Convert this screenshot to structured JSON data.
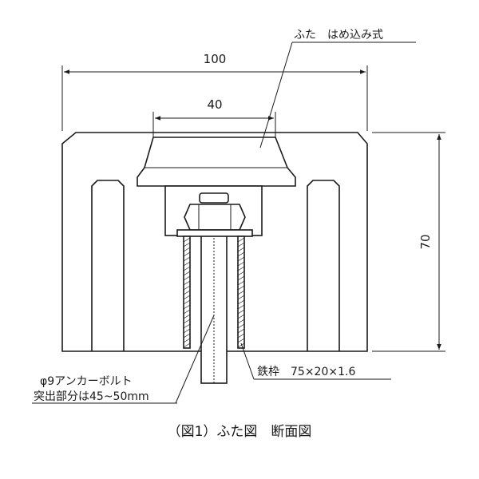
{
  "labels": {
    "lid_type": "ふた　はめ込み式",
    "dim_width": "100",
    "dim_inner": "40",
    "dim_height": "70",
    "anchor_line1": "φ9アンカーボルト",
    "anchor_line2": "突出部分は45~50mm",
    "frame": "鉄枠　75×20×1.6",
    "caption": "（図1）ふた図　断面図"
  }
}
